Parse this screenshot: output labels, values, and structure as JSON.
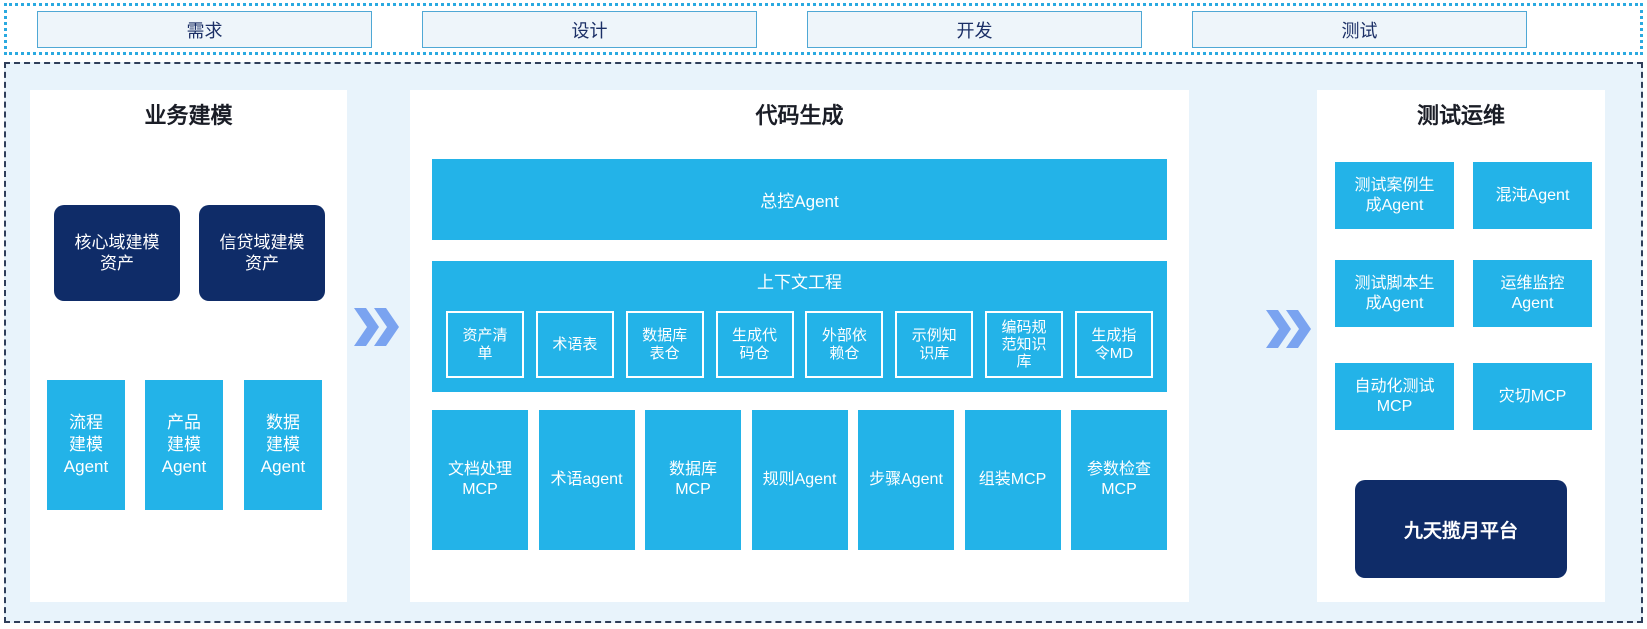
{
  "phases": [
    {
      "label": "需求"
    },
    {
      "label": "设计"
    },
    {
      "label": "开发"
    },
    {
      "label": "测试"
    }
  ],
  "panels": {
    "business_modeling": {
      "title": "业务建模",
      "assets": [
        {
          "label": "核心域建模\n资产"
        },
        {
          "label": "信贷域建模\n资产"
        }
      ],
      "agents": [
        {
          "label": "流程\n建模\nAgent"
        },
        {
          "label": "产品\n建模\nAgent"
        },
        {
          "label": "数据\n建模\nAgent"
        }
      ]
    },
    "code_generation": {
      "title": "代码生成",
      "master_agent": "总控Agent",
      "context_engineering": {
        "title": "上下文工程",
        "items": [
          {
            "label": "资产清\n单"
          },
          {
            "label": "术语表"
          },
          {
            "label": "数据库\n表仓"
          },
          {
            "label": "生成代\n码仓"
          },
          {
            "label": "外部依\n赖仓"
          },
          {
            "label": "示例知\n识库"
          },
          {
            "label": "编码规\n范知识\n库"
          },
          {
            "label": "生成指\n令MD"
          }
        ]
      },
      "workers": [
        {
          "label": "文档处理\nMCP"
        },
        {
          "label": "术语agent"
        },
        {
          "label": "数据库\nMCP"
        },
        {
          "label": "规则Agent"
        },
        {
          "label": "步骤Agent"
        },
        {
          "label": "组装MCP"
        },
        {
          "label": "参数检查\nMCP"
        }
      ]
    },
    "test_ops": {
      "title": "测试运维",
      "boxes": [
        {
          "label": "测试案例生\n成Agent"
        },
        {
          "label": "混沌Agent"
        },
        {
          "label": "测试脚本生\n成Agent"
        },
        {
          "label": "运维监控\nAgent"
        },
        {
          "label": "自动化测试\nMCP"
        },
        {
          "label": "灾切MCP"
        }
      ],
      "platform": "九天揽月平台"
    }
  },
  "colors": {
    "cyan": "#23b3e8",
    "navy": "#0f2c68",
    "chevron": "#7aa3f0",
    "strip_border": "#2aa9e0",
    "container_border": "#2f3e5a",
    "container_bg": "#e8f3fb"
  }
}
